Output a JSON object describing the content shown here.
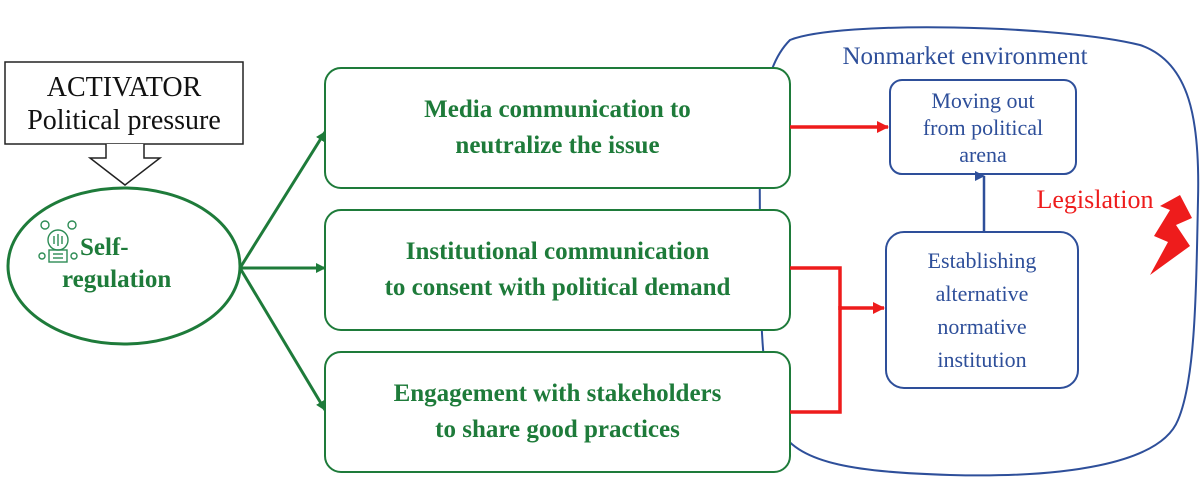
{
  "activator": {
    "line1": "ACTIVATOR",
    "line2": "Political pressure"
  },
  "self_regulation": {
    "line1": "Self-",
    "line2": "regulation"
  },
  "strategies": [
    {
      "line1": "Media communication to",
      "line2": "neutralize the issue"
    },
    {
      "line1": "Institutional communication",
      "line2": "to consent with political demand"
    },
    {
      "line1": "Engagement with stakeholders",
      "line2": "to share good practices"
    }
  ],
  "nonmarket": {
    "title": "Nonmarket environment"
  },
  "moving_out": {
    "line1": "Moving out",
    "line2": "from political",
    "line3": "arena"
  },
  "establishing": {
    "line1": "Establishing",
    "line2": "alternative",
    "line3": "normative",
    "line4": "institution"
  },
  "legislation": "Legislation",
  "colors": {
    "green": "#1e7b3a",
    "blue": "#2e4f9a",
    "red": "#ee1c1c",
    "black": "#222222"
  },
  "icons": [
    "self-regulation-icon",
    "lightning-bolt-icon"
  ]
}
